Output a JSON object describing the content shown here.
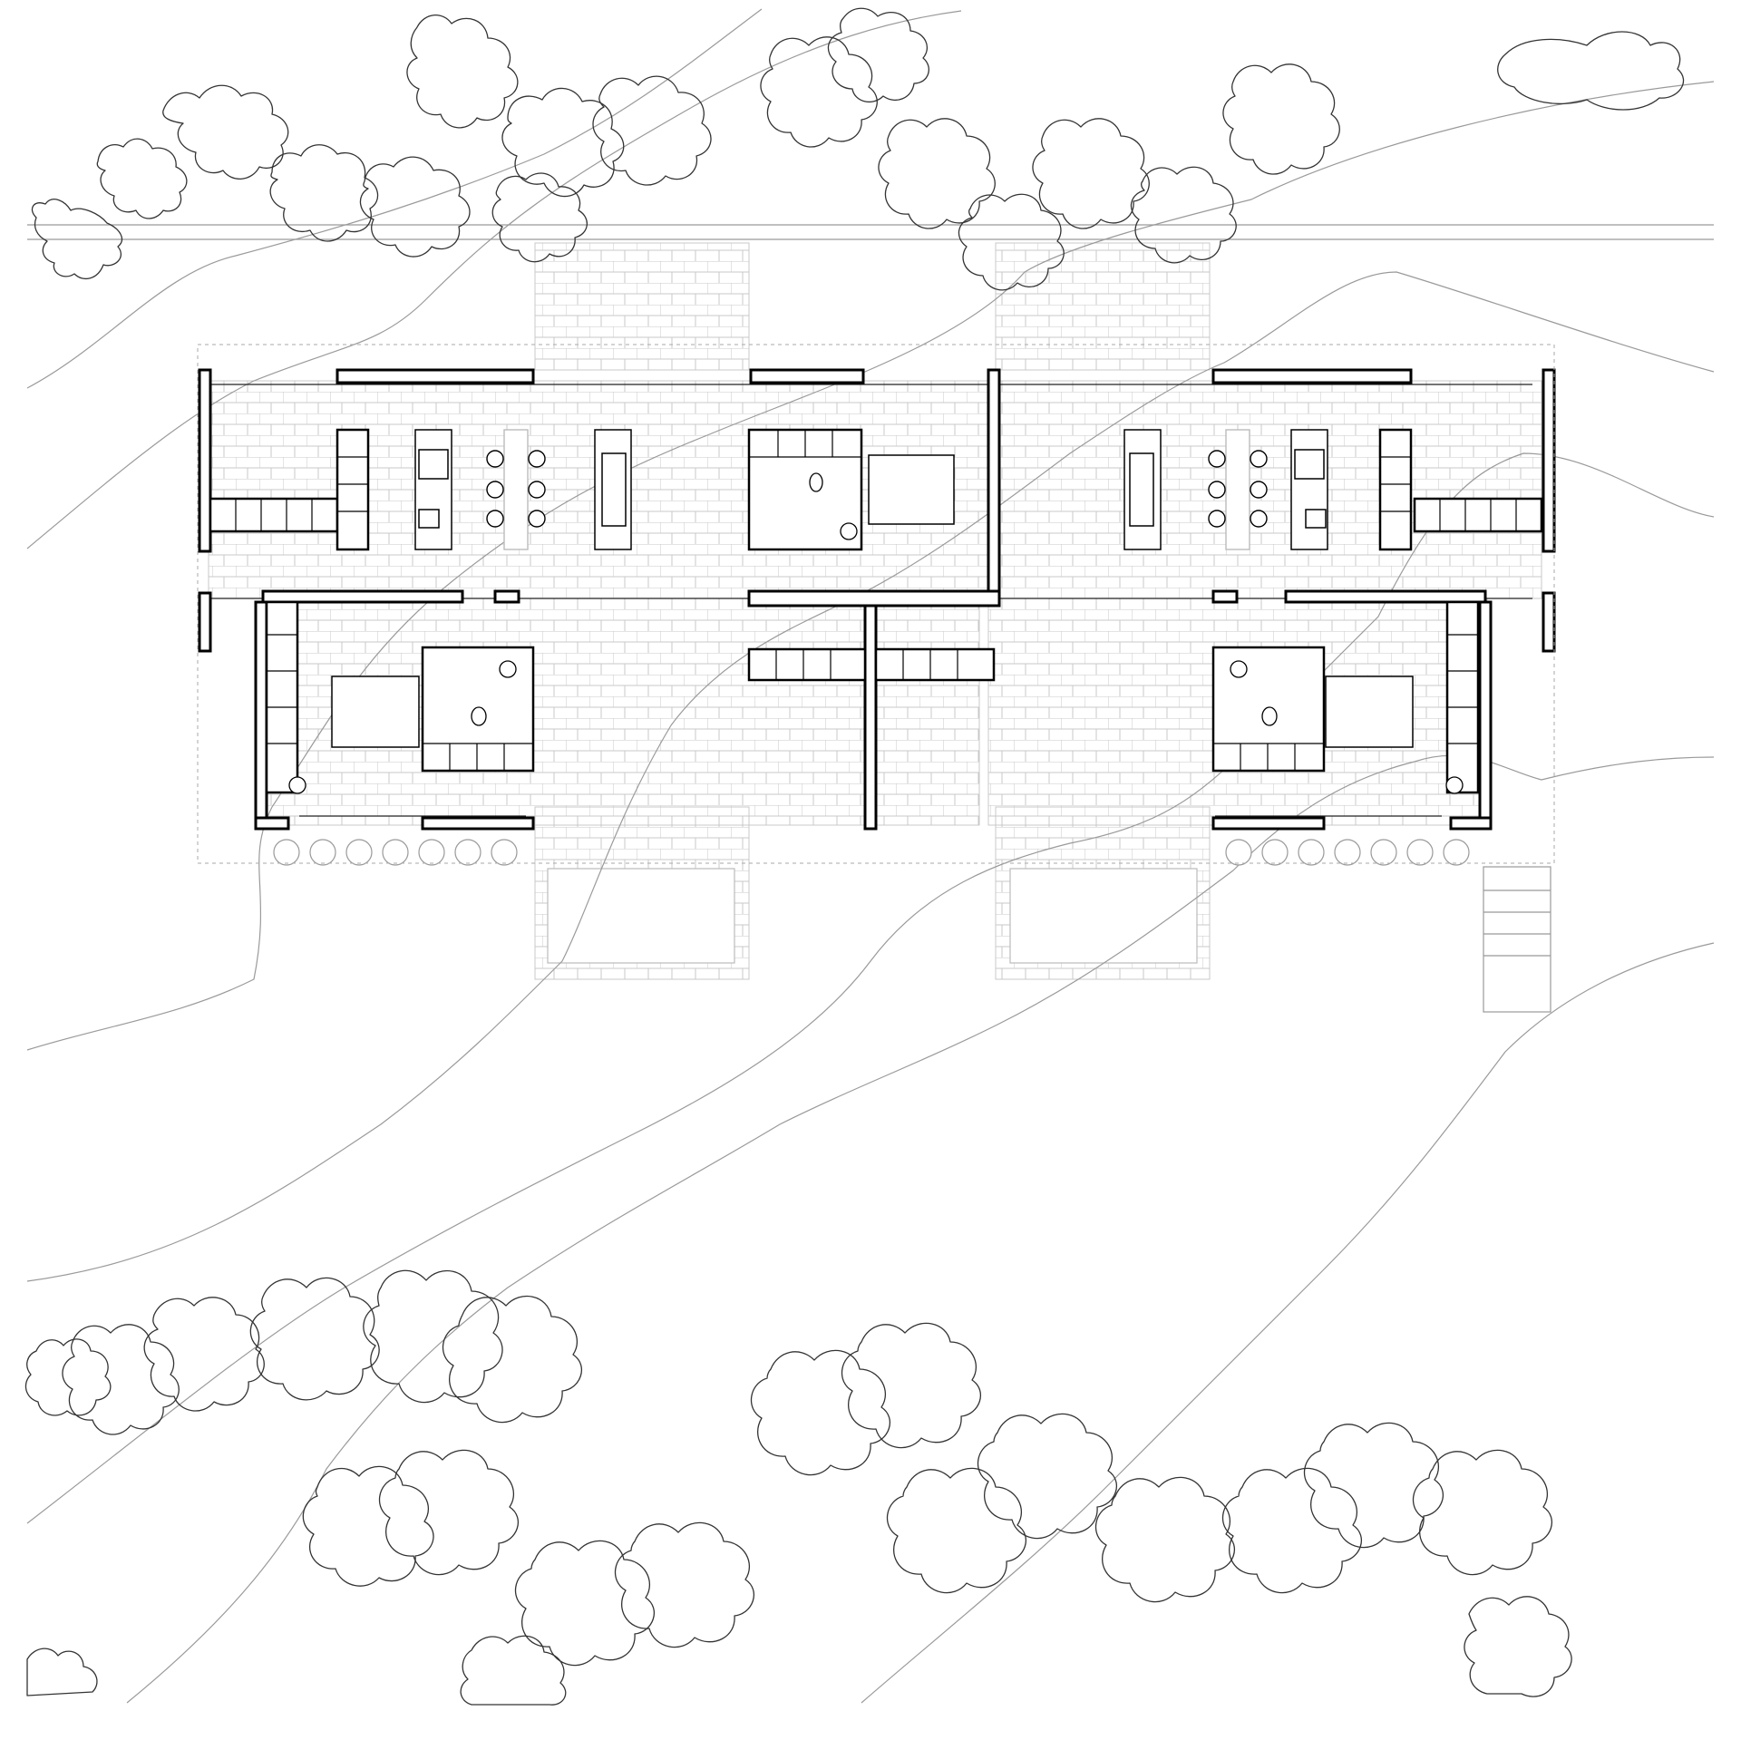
{
  "drawing": {
    "kind": "architectural-site-floor-plan",
    "units": 2,
    "colors": {
      "wall": "#000000",
      "line": "#222222",
      "tile": "#c8c8c8",
      "contour": "#9a9a9a",
      "tree": "#333333",
      "background": "#ffffff"
    },
    "icons": [
      "tree-canopy-outline",
      "terrain-contour",
      "sofa",
      "bed",
      "toilet",
      "shower",
      "kitchen-hob",
      "dining-chair",
      "stair"
    ]
  }
}
